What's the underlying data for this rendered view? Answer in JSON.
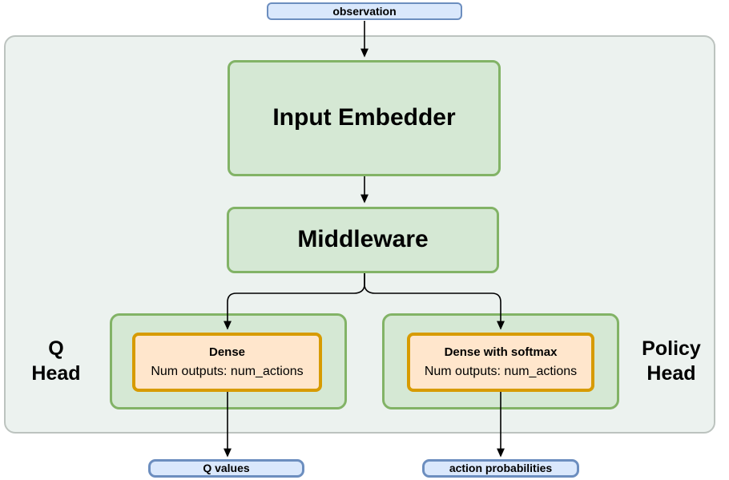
{
  "diagram": {
    "observation": {
      "label": "observation"
    },
    "input_embedder": {
      "label": "Input Embedder"
    },
    "middleware": {
      "label": "Middleware"
    },
    "q_head": {
      "label": "Q\nHead"
    },
    "policy_head": {
      "label": "Policy\nHead"
    },
    "q_dense": {
      "title": "Dense",
      "subtitle": "Num outputs: num_actions"
    },
    "policy_dense": {
      "title": "Dense with softmax",
      "subtitle": "Num outputs: num_actions"
    },
    "q_values": {
      "label": "Q values"
    },
    "action_probabilities": {
      "label": "action probabilities"
    },
    "colors": {
      "blue_fill": "#dae8fc",
      "blue_stroke": "#6c8ebf",
      "green_fill": "#d5e8d4",
      "green_stroke": "#82b366",
      "orange_fill": "#ffe6cc",
      "orange_stroke": "#d79b00",
      "container_fill": "#ecf2ef",
      "container_stroke": "#bcc3bf",
      "arrow": "#000000"
    }
  }
}
